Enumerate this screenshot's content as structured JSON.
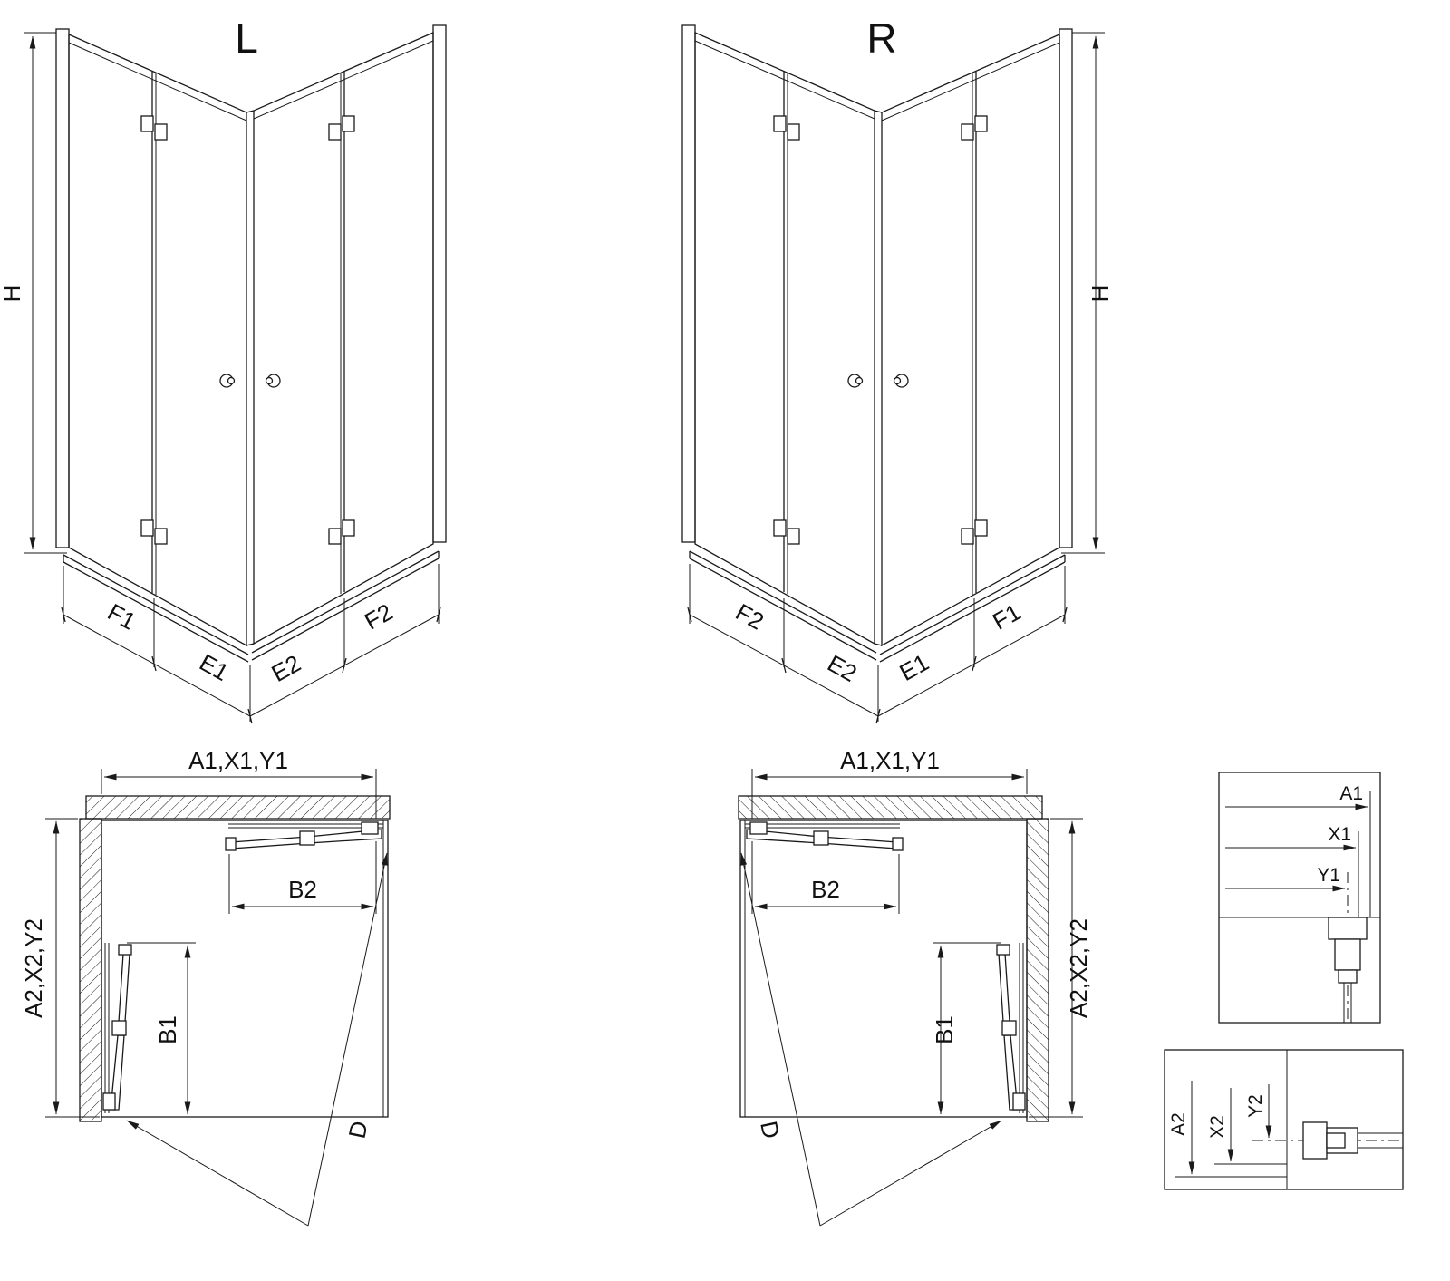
{
  "colors": {
    "line": "#1a1a1a",
    "background": "#ffffff"
  },
  "iso_left": {
    "title": "L",
    "height_label": "H",
    "bottom_dims": [
      "F1",
      "E1",
      "E2",
      "F2"
    ]
  },
  "iso_right": {
    "title": "R",
    "height_label": "H",
    "bottom_dims": [
      "F2",
      "E2",
      "E1",
      "F1"
    ]
  },
  "plan_left": {
    "top_dim": "A1,X1,Y1",
    "side_dim": "A2,X2,Y2",
    "door_dim_top": "B2",
    "door_dim_side": "B1",
    "diag_dim": "D"
  },
  "plan_right": {
    "top_dim": "A1,X1,Y1",
    "side_dim": "A2,X2,Y2",
    "door_dim_top": "B2",
    "door_dim_side": "B1",
    "diag_dim": "D"
  },
  "detail_top": {
    "dims": [
      "A1",
      "X1",
      "Y1"
    ]
  },
  "detail_bottom": {
    "dims": [
      "A2",
      "X2",
      "Y2"
    ]
  }
}
